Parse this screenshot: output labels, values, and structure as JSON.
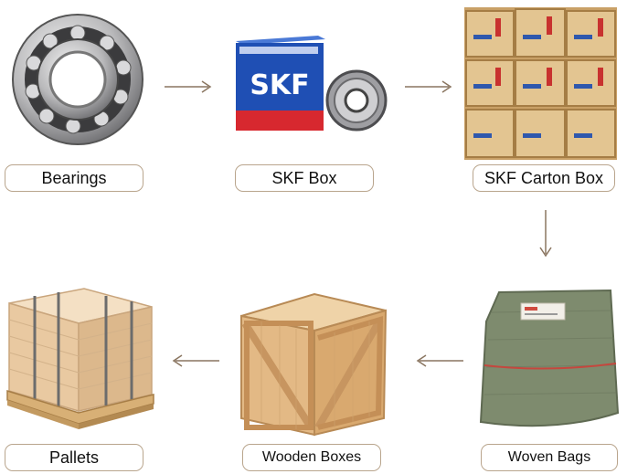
{
  "steps": [
    {
      "label": "Bearings"
    },
    {
      "label": "SKF Box",
      "brand": "SKF"
    },
    {
      "label": "SKF Carton Box"
    },
    {
      "label": "Woven Bags"
    },
    {
      "label": "Wooden Boxes"
    },
    {
      "label": "Pallets"
    }
  ],
  "colors": {
    "label_border": "#b9a58d",
    "arrow": "#8a7560",
    "skf_blue": "#1f4fb4",
    "skf_red": "#d7282f",
    "carton": "#d9b57d",
    "wood": "#e3b985",
    "woven_bag": "#7e8b6e",
    "pallet": "#e9c9a1"
  }
}
